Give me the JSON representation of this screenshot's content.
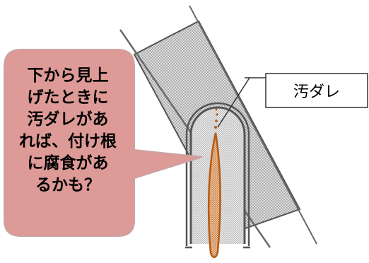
{
  "callout": {
    "lines": [
      "下から見上",
      "げたときに",
      "汚ダレがあ",
      "れば、付け根",
      "に腐食があ",
      "るかも？"
    ]
  },
  "label": {
    "text": "汚ダレ"
  },
  "colors": {
    "bubble_fill": "#dd9a97",
    "bubble_stroke": "#c9a3a3",
    "rust": "#b35a14",
    "outline": "#555555",
    "hatch": "#bdbdbd"
  }
}
